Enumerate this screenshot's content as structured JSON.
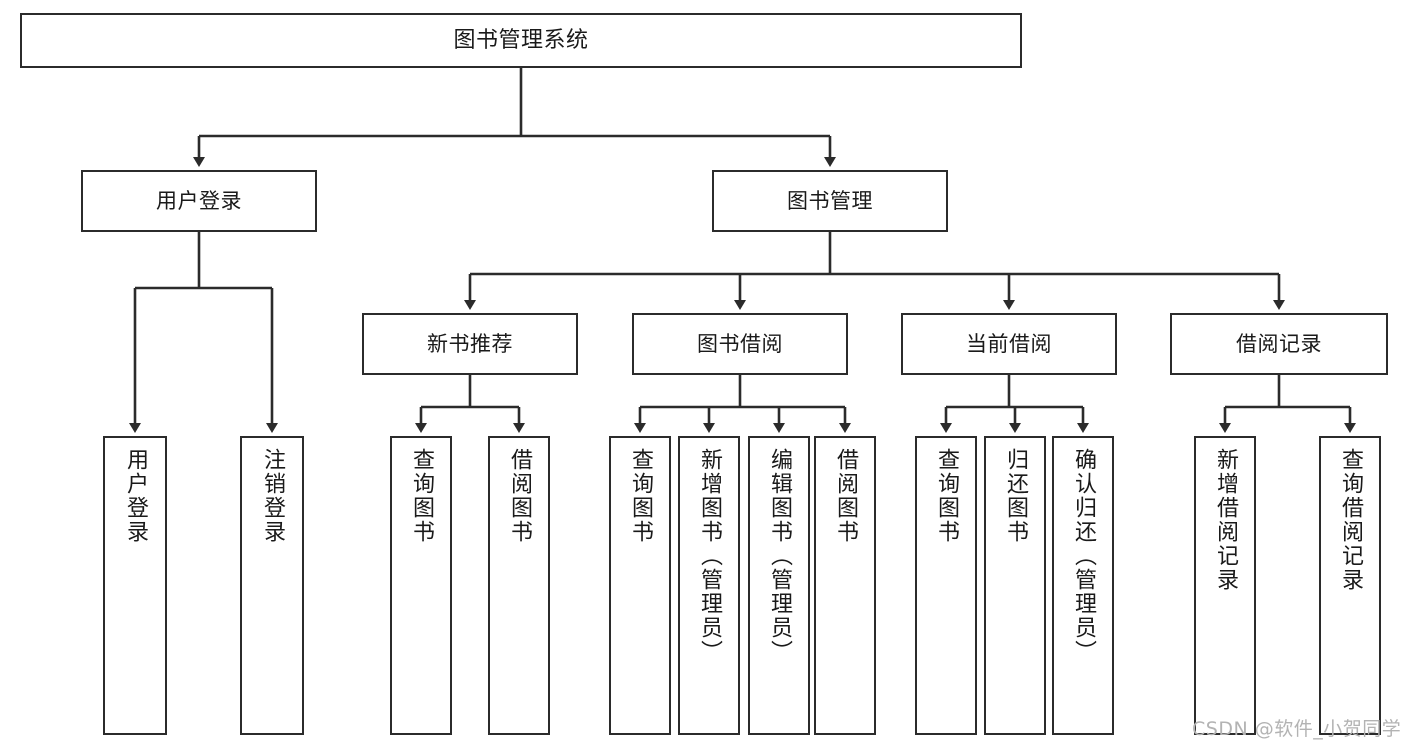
{
  "diagram": {
    "title": "图书管理系统",
    "watermark": "CSDN @软件_小贺同学",
    "colors": {
      "background": "#ffffff",
      "stroke": "#2b2b2b",
      "text": "#1a1a1a",
      "watermark": "#b3b3b3"
    },
    "nodes": {
      "root": "图书管理系统",
      "user_login": "用户登录",
      "book_manage": "图书管理",
      "new_book_rec": "新书推荐",
      "book_borrow": "图书借阅",
      "current_borrow": "当前借阅",
      "borrow_record": "借阅记录",
      "leaf_user_login": "用户登录",
      "leaf_logout_login": "注销登录",
      "leaf_query_book_1": "查询图书",
      "leaf_borrow_book_1": "借阅图书",
      "leaf_query_book_2": "查询图书",
      "leaf_add_book_admin": "新增图书（管理员）",
      "leaf_edit_book_admin": "编辑图书（管理员）",
      "leaf_borrow_book_2": "借阅图书",
      "leaf_query_book_3": "查询图书",
      "leaf_return_book": "归还图书",
      "leaf_confirm_return_admin": "确认归还（管理员）",
      "leaf_add_borrow_record": "新增借阅记录",
      "leaf_query_borrow_record": "查询借阅记录"
    }
  }
}
